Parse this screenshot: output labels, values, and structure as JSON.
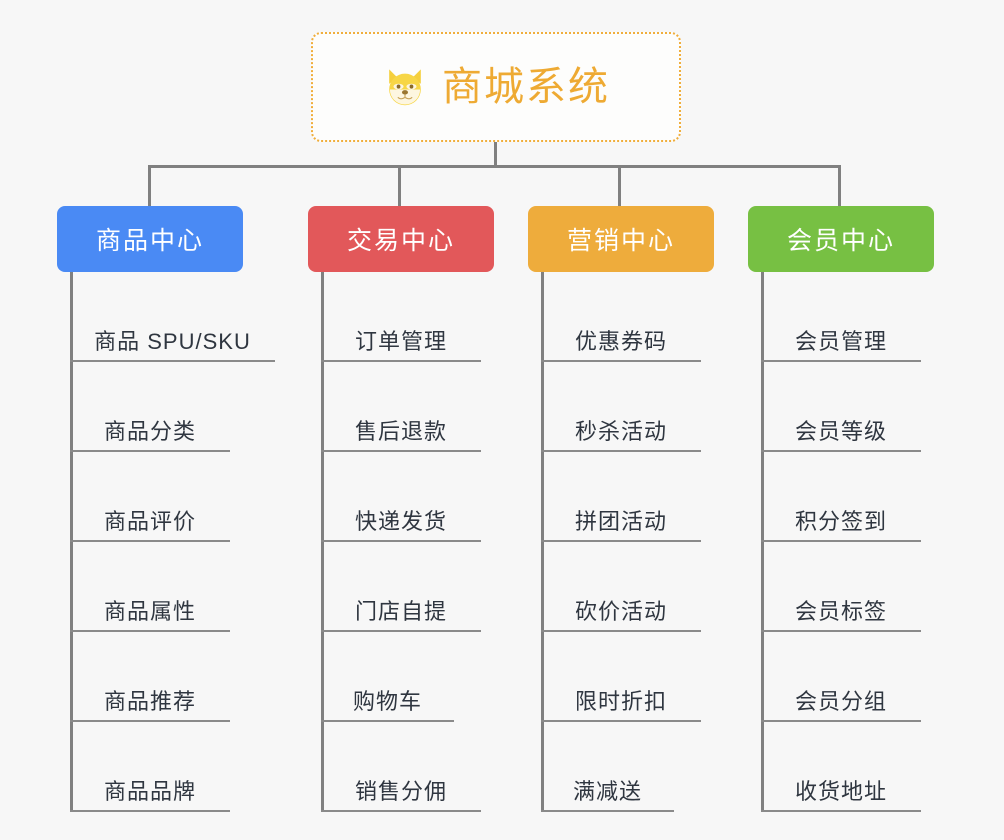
{
  "diagram": {
    "type": "org-tree",
    "background_color": "#f7f7f7",
    "connector_color": "#808080",
    "root": {
      "title": "商城系统",
      "icon": "dog-face-emoji",
      "border_color": "#f0ae3c",
      "text_color": "#eeaa33",
      "fill_color": "#fdfdfc"
    },
    "categories": [
      {
        "label": "商品中心",
        "color": "#4a8af4",
        "items": [
          "商品 SPU/SKU",
          "商品分类",
          "商品评价",
          "商品属性",
          "商品推荐",
          "商品品牌"
        ]
      },
      {
        "label": "交易中心",
        "color": "#e2585a",
        "items": [
          "订单管理",
          "售后退款",
          "快递发货",
          "门店自提",
          "购物车",
          "销售分佣"
        ]
      },
      {
        "label": "营销中心",
        "color": "#eeac3c",
        "items": [
          "优惠券码",
          "秒杀活动",
          "拼团活动",
          "砍价活动",
          "限时折扣",
          "满减送"
        ]
      },
      {
        "label": "会员中心",
        "color": "#77c043",
        "items": [
          "会员管理",
          "会员等级",
          "积分签到",
          "会员标签",
          "会员分组",
          "收货地址"
        ]
      }
    ]
  }
}
